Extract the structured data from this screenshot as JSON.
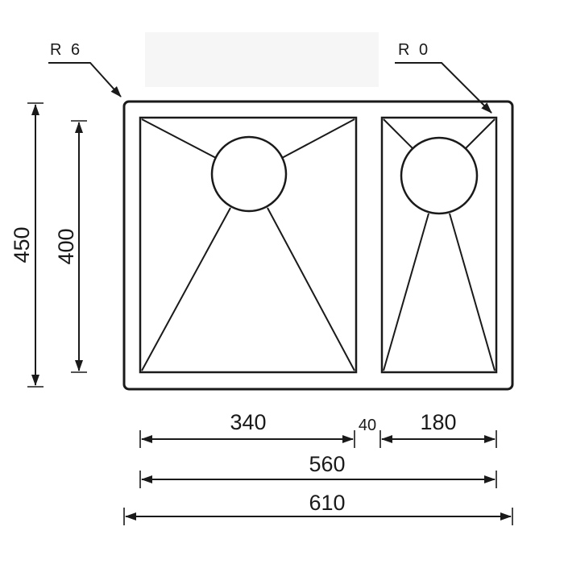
{
  "radius_labels": {
    "outer_corner": "R 6",
    "inner_corner": "R 0"
  },
  "dimensions": {
    "overall_height": "450",
    "bowl_height": "400",
    "large_bowl_width": "340",
    "divider_width": "40",
    "small_bowl_width": "180",
    "bowls_total_width": "560",
    "overall_width": "610"
  }
}
